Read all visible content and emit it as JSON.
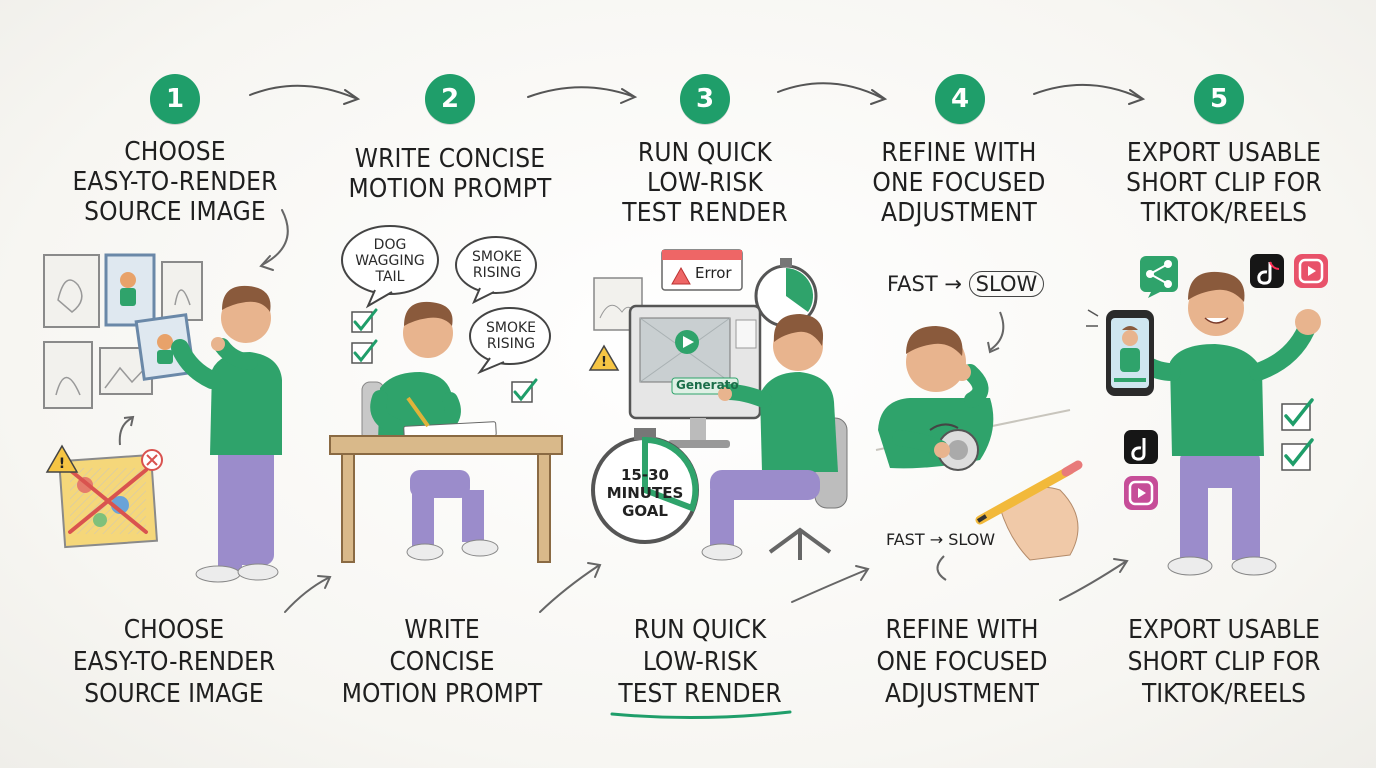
{
  "colors": {
    "accent": "#1f9e6a",
    "shirt": "#2fa36b",
    "pants": "#9b8ccb",
    "hair": "#8a5a3c",
    "skin": "#e8b48e"
  },
  "steps": [
    {
      "number": "1",
      "heading": [
        "CHOOSE",
        "EASY-TO-RENDER",
        "SOURCE IMAGE"
      ],
      "caption": [
        "CHOOSE",
        "EASY-TO-RENDER",
        "SOURCE IMAGE"
      ]
    },
    {
      "number": "2",
      "heading": [
        "WRITE CONCISE",
        "MOTION PROMPT"
      ],
      "caption": [
        "WRITE",
        "CONCISE",
        "MOTION PROMPT"
      ]
    },
    {
      "number": "3",
      "heading": [
        "RUN QUICK",
        "LOW-RISK",
        "TEST RENDER"
      ],
      "caption": [
        "RUN QUICK",
        "LOW-RISK",
        "TEST RENDER"
      ]
    },
    {
      "number": "4",
      "heading": [
        "REFINE WITH",
        "ONE FOCUSED",
        "ADJUSTMENT"
      ],
      "caption": [
        "REFINE WITH",
        "ONE FOCUSED",
        "ADJUSTMENT"
      ]
    },
    {
      "number": "5",
      "heading": [
        "EXPORT USABLE",
        "SHORT CLIP FOR",
        "TIKTOK/REELS"
      ],
      "caption": [
        "EXPORT USABLE",
        "SHORT CLIP FOR",
        "TIKTOK/REELS"
      ]
    }
  ],
  "step2_bubbles": [
    "DOG WAGGING TAIL",
    "SMOKE RISING",
    "SMOKE RISING"
  ],
  "step3": {
    "error_label": "Error",
    "generate_label": "Generato",
    "timer": [
      "15-30",
      "MINUTES",
      "GOAL"
    ]
  },
  "step4": {
    "speed_from": "FAST",
    "speed_to": "SLOW",
    "arrow": "→"
  }
}
